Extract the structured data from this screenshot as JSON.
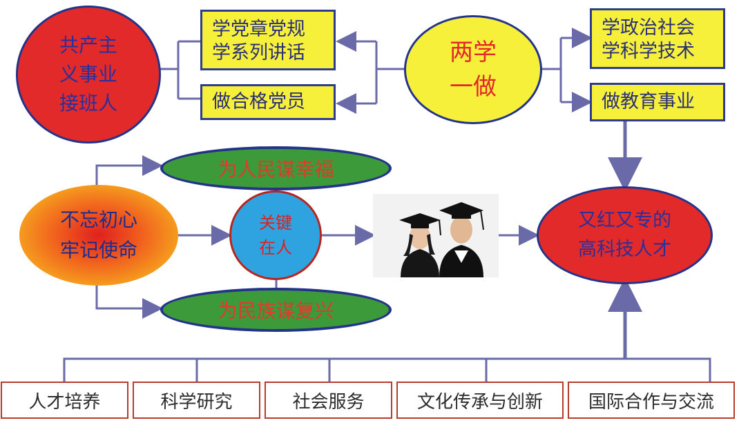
{
  "red_circle": {
    "lines": [
      "共产主",
      "义事业",
      "接班人"
    ]
  },
  "box_study_speeches": {
    "lines": [
      "学党章党规",
      "学系列讲话"
    ]
  },
  "box_qualified_member": {
    "text": "做合格党员"
  },
  "center_circle": {
    "lines": [
      "两学",
      "一做"
    ]
  },
  "box_study_science": {
    "lines": [
      "学政治社会",
      "学科学技术"
    ]
  },
  "box_education": {
    "text": "做教育事业"
  },
  "oval_people": {
    "text": "为人民谋幸福"
  },
  "oval_nation": {
    "text": "为民族谋复兴"
  },
  "mission_circle": {
    "lines": [
      "不忘初心",
      "牢记使命"
    ]
  },
  "key_circle": {
    "lines": [
      "关键",
      "在人"
    ]
  },
  "talent_oval": {
    "lines": [
      "又红又专的",
      "高科技人才"
    ]
  },
  "bottom_boxes": [
    "人才培养",
    "科学研究",
    "社会服务",
    "文化传承与创新",
    "国际合作与交流"
  ],
  "colors": {
    "red": "#e32a2a",
    "yellow": "#f7f03a",
    "navy": "#2f3b8c",
    "green": "#3c9a3a",
    "blue": "#2fa3df",
    "line": "#6a6aa8"
  },
  "photo": {
    "description_icon": "graduates-photo"
  }
}
